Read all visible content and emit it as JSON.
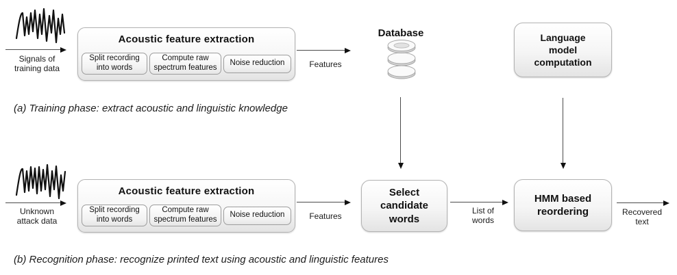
{
  "phase_a": {
    "input_signal_label": "Signals of\ntraining data",
    "extraction": {
      "title": "Acoustic feature extraction",
      "steps": [
        "Split recording\ninto words",
        "Compute raw\nspectrum features",
        "Noise reduction"
      ]
    },
    "features_arrow_label": "Features",
    "database_label": "Database",
    "language_model_label": "Language\nmodel\ncomputation",
    "caption": "(a) Training phase: extract acoustic and linguistic knowledge"
  },
  "phase_b": {
    "input_signal_label": "Unknown\nattack data",
    "extraction": {
      "title": "Acoustic feature extraction",
      "steps": [
        "Split recording\ninto words",
        "Compute raw\nspectrum features",
        "Noise reduction"
      ]
    },
    "features_arrow_label": "Features",
    "select_candidate_label": "Select\ncandidate\nwords",
    "list_of_words_label": "List of\nwords",
    "hmm_label": "HMM based\nreordering",
    "recovered_text_label": "Recovered\ntext",
    "caption": "(b) Recognition phase: recognize printed text using acoustic and linguistic features"
  },
  "icons": {
    "waveform": "waveform-icon",
    "database": "database-cylinder-icon"
  },
  "colors": {
    "box_border": "#b3b3b3",
    "box_fill_top": "#ffffff",
    "box_fill_bottom": "#e3e3e3",
    "line": "#4a4a4a",
    "arrowhead": "#111111",
    "text": "#111111",
    "background": "#ffffff"
  }
}
